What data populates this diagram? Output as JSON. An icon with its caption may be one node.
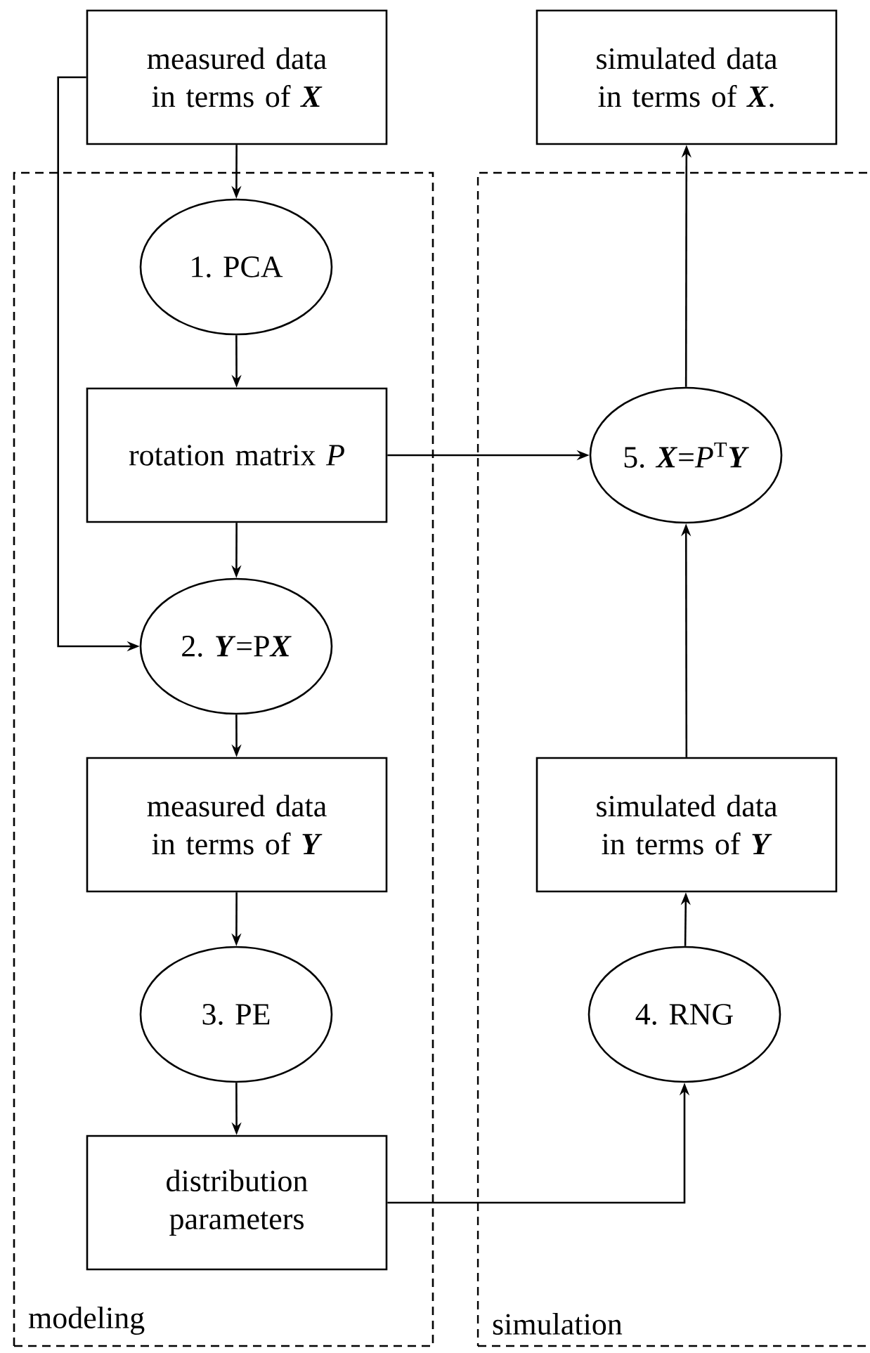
{
  "diagram": {
    "nodes": [
      {
        "text": [
          "measured data in terms of **X**"
        ]
      },
      {
        "text": [
          "simulated data in terms of **X**."
        ]
      },
      {
        "text": [
          "modeling"
        ]
      },
      {
        "text": [
          "simulation"
        ]
      },
      {
        "text": [
          "1. PCA"
        ],
        "in": 2
      },
      {
        "text": [
          "rotation matrix *P*"
        ],
        "in": 2
      },
      {
        "text": [
          "5. **X**=*P*$^{T}$**Y**"
        ],
        "in": 3
      },
      {
        "text": [
          "2. **Y**=P**X**"
        ],
        "in": 2
      },
      {
        "text": [
          "measured data in terms of **Y**"
        ],
        "in": 2
      },
      {
        "text": [
          "simulated data in terms of **Y**"
        ],
        "in": 3
      },
      {
        "text": [
          "3. PE"
        ],
        "in": 2
      },
      {
        "text": [
          "4. RNG"
        ],
        "in": 3
      },
      {
        "text": [
          "distribution parameters"
        ],
        "in": 2
      }
    ],
    "edges": [
      {
        "from": 0,
        "to": 4,
        "arrow": "to"
      },
      {
        "from": 4,
        "to": 5,
        "arrow": "to"
      },
      {
        "from": 5,
        "to": 6,
        "arrow": "to"
      },
      {
        "from": 5,
        "to": 7,
        "arrow": "to"
      },
      {
        "from": 0,
        "to": 7,
        "arrow": "to"
      },
      {
        "from": 7,
        "to": 8,
        "arrow": "to"
      },
      {
        "from": 8,
        "to": 10,
        "arrow": "to"
      },
      {
        "from": 10,
        "to": 12,
        "arrow": "to"
      },
      {
        "from": 12,
        "to": 11,
        "arrow": "to"
      },
      {
        "from": 11,
        "to": 9,
        "arrow": "to"
      },
      {
        "from": 9,
        "to": 6,
        "arrow": "to"
      },
      {
        "from": 6,
        "to": 1,
        "arrow": "to"
      }
    ]
  }
}
